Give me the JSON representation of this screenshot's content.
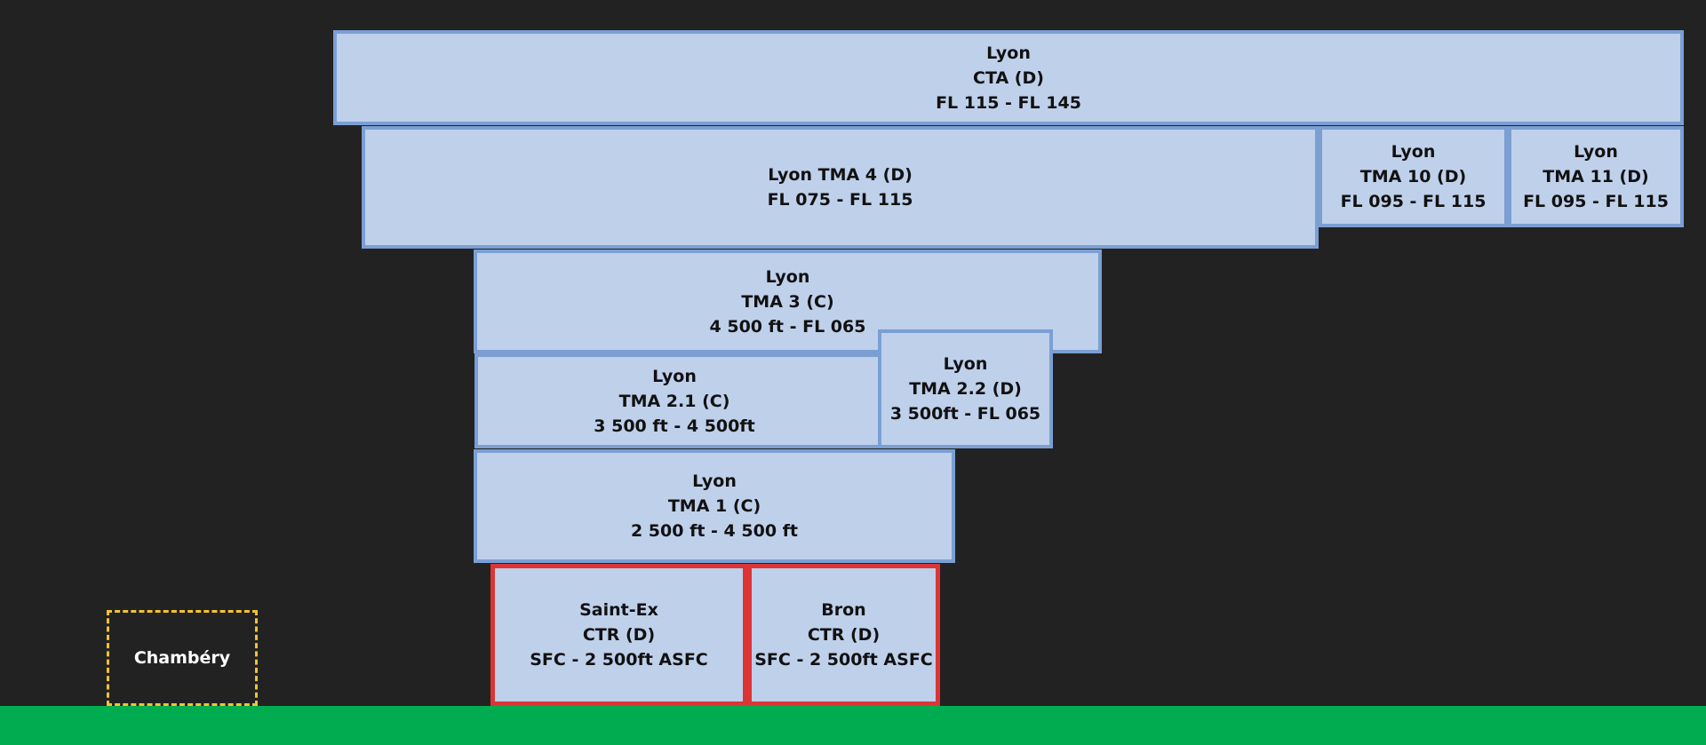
{
  "zones": {
    "cta": {
      "l1": "Lyon",
      "l2": "CTA (D)",
      "l3": "FL 115 - FL 145"
    },
    "tma4": {
      "l1": "Lyon TMA 4 (D)",
      "l2": "FL 075 - FL 115"
    },
    "tma10": {
      "l1": "Lyon",
      "l2": "TMA 10 (D)",
      "l3": "FL 095 - FL 115"
    },
    "tma11": {
      "l1": "Lyon",
      "l2": "TMA 11 (D)",
      "l3": "FL 095 - FL 115"
    },
    "tma3": {
      "l1": "Lyon",
      "l2": "TMA 3 (C)",
      "l3": "4 500 ft - FL 065"
    },
    "tma21": {
      "l1": "Lyon",
      "l2": "TMA 2.1 (C)",
      "l3": "3 500 ft - 4 500ft"
    },
    "tma22": {
      "l1": "Lyon",
      "l2": "TMA 2.2 (D)",
      "l3": "3 500ft - FL 065"
    },
    "tma1": {
      "l1": "Lyon",
      "l2": "TMA 1 (C)",
      "l3": "2 500 ft - 4 500 ft"
    },
    "saintex": {
      "l1": "Saint-Ex",
      "l2": "CTR (D)",
      "l3": "SFC - 2 500ft ASFC"
    },
    "bron": {
      "l1": "Bron",
      "l2": "CTR (D)",
      "l3": "SFC - 2 500ft ASFC"
    }
  },
  "chambery": {
    "label": "Chambéry"
  },
  "colors": {
    "background": "#222222",
    "zone_fill": "#bfd0eb",
    "zone_border": "#7b9fd3",
    "ctr_border": "#dc3535",
    "chambery_border": "#f2c230",
    "ground": "#00ac4f"
  }
}
